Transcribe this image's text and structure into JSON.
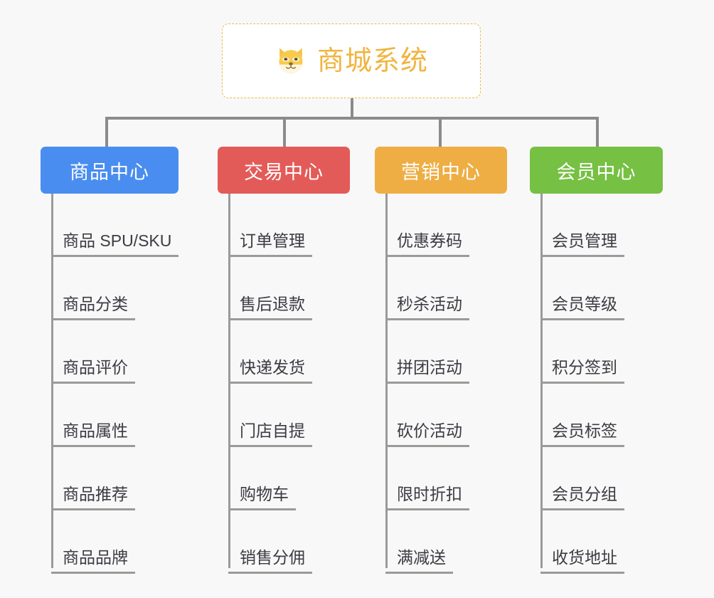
{
  "page": {
    "background_color": "#f8f8f8",
    "line_color": "#9a9a9a",
    "leaf_text_color": "#3b3b42"
  },
  "root": {
    "title": "商城系统",
    "icon": "shiba-dog-face-icon",
    "text_color": "#f0b53f",
    "border_color": "#f0b84a",
    "background_color": "#ffffff"
  },
  "categories": [
    {
      "label": "商品中心",
      "color": "#4a8df0",
      "items": [
        "商品 SPU/SKU",
        "商品分类",
        "商品评价",
        "商品属性",
        "商品推荐",
        "商品品牌"
      ]
    },
    {
      "label": "交易中心",
      "color": "#e35b58",
      "items": [
        "订单管理",
        "售后退款",
        "快递发货",
        "门店自提",
        "购物车",
        "销售分佣"
      ]
    },
    {
      "label": "营销中心",
      "color": "#eeae44",
      "items": [
        "优惠券码",
        "秒杀活动",
        "拼团活动",
        "砍价活动",
        "限时折扣",
        "满减送"
      ]
    },
    {
      "label": "会员中心",
      "color": "#76c043",
      "items": [
        "会员管理",
        "会员等级",
        "积分签到",
        "会员标签",
        "会员分组",
        "收货地址"
      ]
    }
  ]
}
